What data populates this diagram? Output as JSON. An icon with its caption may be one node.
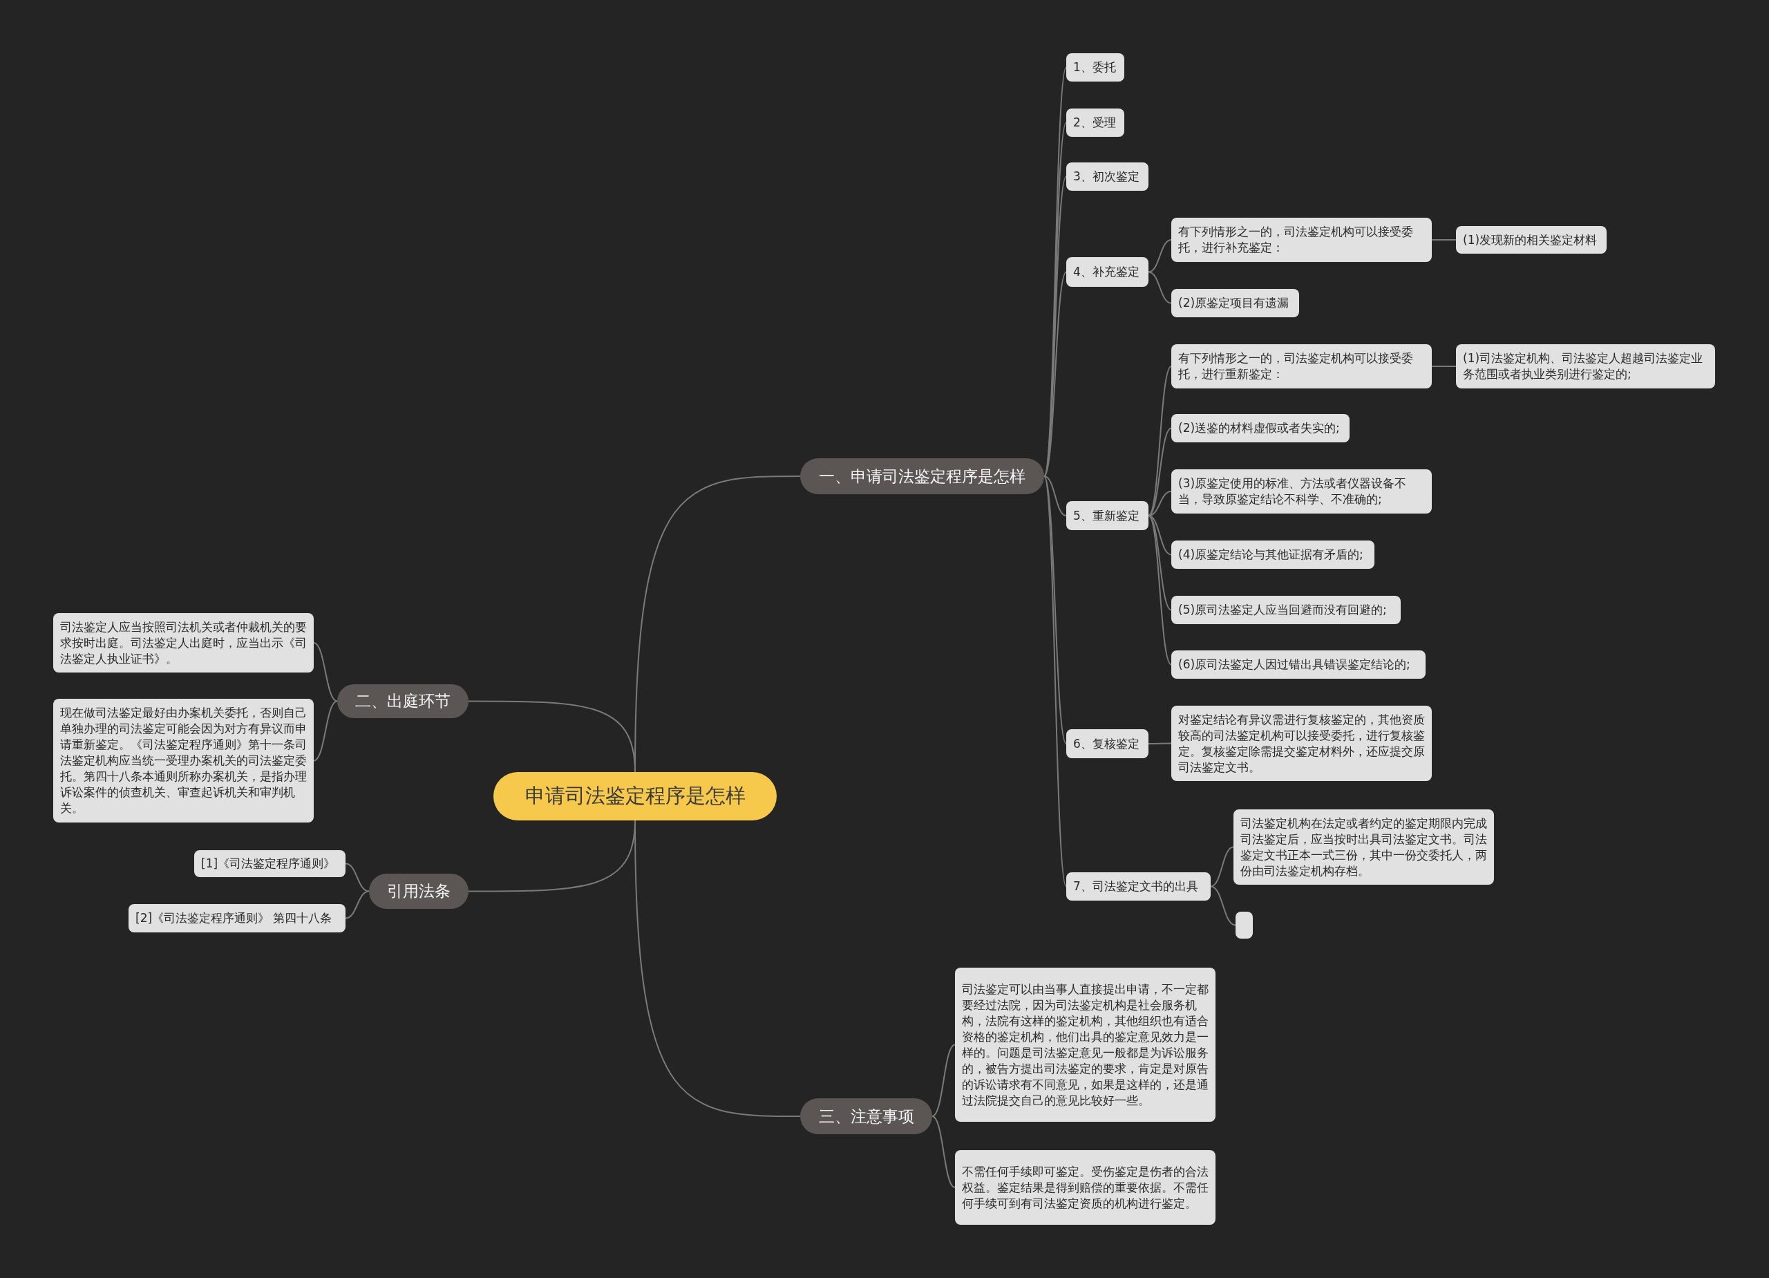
{
  "diagram": {
    "nodes": [
      {
        "text": [
          "申请司法鉴定程序是怎样"
        ]
      },
      {
        "text": [
          "一、申请司法鉴定程序是怎样"
        ]
      },
      {
        "text": [
          "1、委托"
        ]
      },
      {
        "text": [
          "2、受理"
        ]
      },
      {
        "text": [
          "3、初次鉴定"
        ]
      },
      {
        "text": [
          "4、补充鉴定"
        ]
      },
      {
        "text": [
          "有下列情形之一的，司法鉴定机构可以接受委托，进行补充鉴定："
        ]
      },
      {
        "text": [
          "(1)发现新的相关鉴定材料"
        ]
      },
      {
        "text": [
          "(2)原鉴定项目有遗漏"
        ]
      },
      {
        "text": [
          "5、重新鉴定"
        ]
      },
      {
        "text": [
          "有下列情形之一的，司法鉴定机构可以接受委托，进行重新鉴定："
        ]
      },
      {
        "text": [
          "(1)司法鉴定机构、司法鉴定人超越司法鉴定业务范围或者执业类别进行鉴定的;"
        ]
      },
      {
        "text": [
          "(2)送鉴的材料虚假或者失实的;"
        ]
      },
      {
        "text": [
          "(3)原鉴定使用的标准、方法或者仪器设备不当，导致原鉴定结论不科学、不准确的;"
        ]
      },
      {
        "text": [
          "(4)原鉴定结论与其他证据有矛盾的;"
        ]
      },
      {
        "text": [
          "(5)原司法鉴定人应当回避而没有回避的;"
        ]
      },
      {
        "text": [
          "(6)原司法鉴定人因过错出具错误鉴定结论的;"
        ]
      },
      {
        "text": [
          "6、复核鉴定"
        ]
      },
      {
        "text": [
          "对鉴定结论有异议需进行复核鉴定的，其他资质较高的司法鉴定机构可以接受委托，进行复核鉴定。复核鉴定除需提交鉴定材料外，还应提交原司法鉴定文书。"
        ]
      },
      {
        "text": [
          "7、司法鉴定文书的出具"
        ]
      },
      {
        "text": [
          "司法鉴定机构在法定或者约定的鉴定期限内完成司法鉴定后，应当按时出具司法鉴定文书。司法鉴定文书正本一式三份，其中一份交委托人，两份由司法鉴定机构存档。"
        ]
      },
      {
        "text": [],
        "shape": "box"
      },
      {
        "text": [
          "二、出庭环节"
        ]
      },
      {
        "text": [
          "司法鉴定人应当按照司法机关或者仲裁机关的要求按时出庭。司法鉴定人出庭时，应当出示《司法鉴定人执业证书》。"
        ]
      },
      {
        "text": [
          "现在做司法鉴定最好由办案机关委托，否则自己单独办理的司法鉴定可能会因为对方有异议而申请重新鉴定。《司法鉴定程序通则》第十一条司法鉴定机构应当统一受理办案机关的司法鉴定委托。第四十八条本通则所称办案机关，是指办理诉讼案件的侦查机关、审查起诉机关和审判机关。"
        ]
      },
      {
        "text": [
          "引用法条"
        ]
      },
      {
        "text": [
          "[1]《司法鉴定程序通则》"
        ]
      },
      {
        "text": [
          "[2]《司法鉴定程序通则》 第四十八条"
        ]
      },
      {
        "text": [
          "三、注意事项"
        ]
      },
      {
        "text": [
          "司法鉴定可以由当事人直接提出申请，不一定都要经过法院，因为司法鉴定机构是社会服务机构，法院有这样的鉴定机构，其他组织也有适合资格的鉴定机构，他们出具的鉴定意见效力是一样的。问题是司法鉴定意见一般都是为诉讼服务的，被告方提出司法鉴定的要求，肯定是对原告的诉讼请求有不同意见，如果是这样的，还是通过法院提交自己的意见比较好一些。"
        ]
      },
      {
        "text": [
          "不需任何手续即可鉴定。受伤鉴定是伤者的合法权益。鉴定结果是得到赔偿的重要依据。不需任何手续可到有司法鉴定资质的机构进行鉴定。"
        ]
      }
    ],
    "edges": [
      {
        "from": 0,
        "to": 1,
        "arrow": "none"
      },
      {
        "from": 1,
        "to": 2,
        "arrow": "none"
      },
      {
        "from": 1,
        "to": 3,
        "arrow": "none"
      },
      {
        "from": 1,
        "to": 4,
        "arrow": "none"
      },
      {
        "from": 1,
        "to": 5,
        "arrow": "none"
      },
      {
        "from": 5,
        "to": 6,
        "arrow": "none"
      },
      {
        "from": 6,
        "to": 7,
        "arrow": "none"
      },
      {
        "from": 5,
        "to": 8,
        "arrow": "none"
      },
      {
        "from": 1,
        "to": 9,
        "arrow": "none"
      },
      {
        "from": 9,
        "to": 10,
        "arrow": "none"
      },
      {
        "from": 10,
        "to": 11,
        "arrow": "none"
      },
      {
        "from": 9,
        "to": 12,
        "arrow": "none"
      },
      {
        "from": 9,
        "to": 13,
        "arrow": "none"
      },
      {
        "from": 9,
        "to": 14,
        "arrow": "none"
      },
      {
        "from": 9,
        "to": 15,
        "arrow": "none"
      },
      {
        "from": 9,
        "to": 16,
        "arrow": "none"
      },
      {
        "from": 1,
        "to": 17,
        "arrow": "none"
      },
      {
        "from": 17,
        "to": 18,
        "arrow": "none"
      },
      {
        "from": 1,
        "to": 19,
        "arrow": "none"
      },
      {
        "from": 19,
        "to": 20,
        "arrow": "none"
      },
      {
        "from": 19,
        "to": 21,
        "arrow": "none"
      },
      {
        "from": 0,
        "to": 22,
        "arrow": "none"
      },
      {
        "from": 22,
        "to": 23,
        "arrow": "none"
      },
      {
        "from": 22,
        "to": 24,
        "arrow": "none"
      },
      {
        "from": 0,
        "to": 25,
        "arrow": "none"
      },
      {
        "from": 25,
        "to": 26,
        "arrow": "none"
      },
      {
        "from": 25,
        "to": 27,
        "arrow": "none"
      },
      {
        "from": 0,
        "to": 28,
        "arrow": "none"
      },
      {
        "from": 28,
        "to": 29,
        "arrow": "none"
      },
      {
        "from": 28,
        "to": 30,
        "arrow": "none"
      }
    ]
  }
}
